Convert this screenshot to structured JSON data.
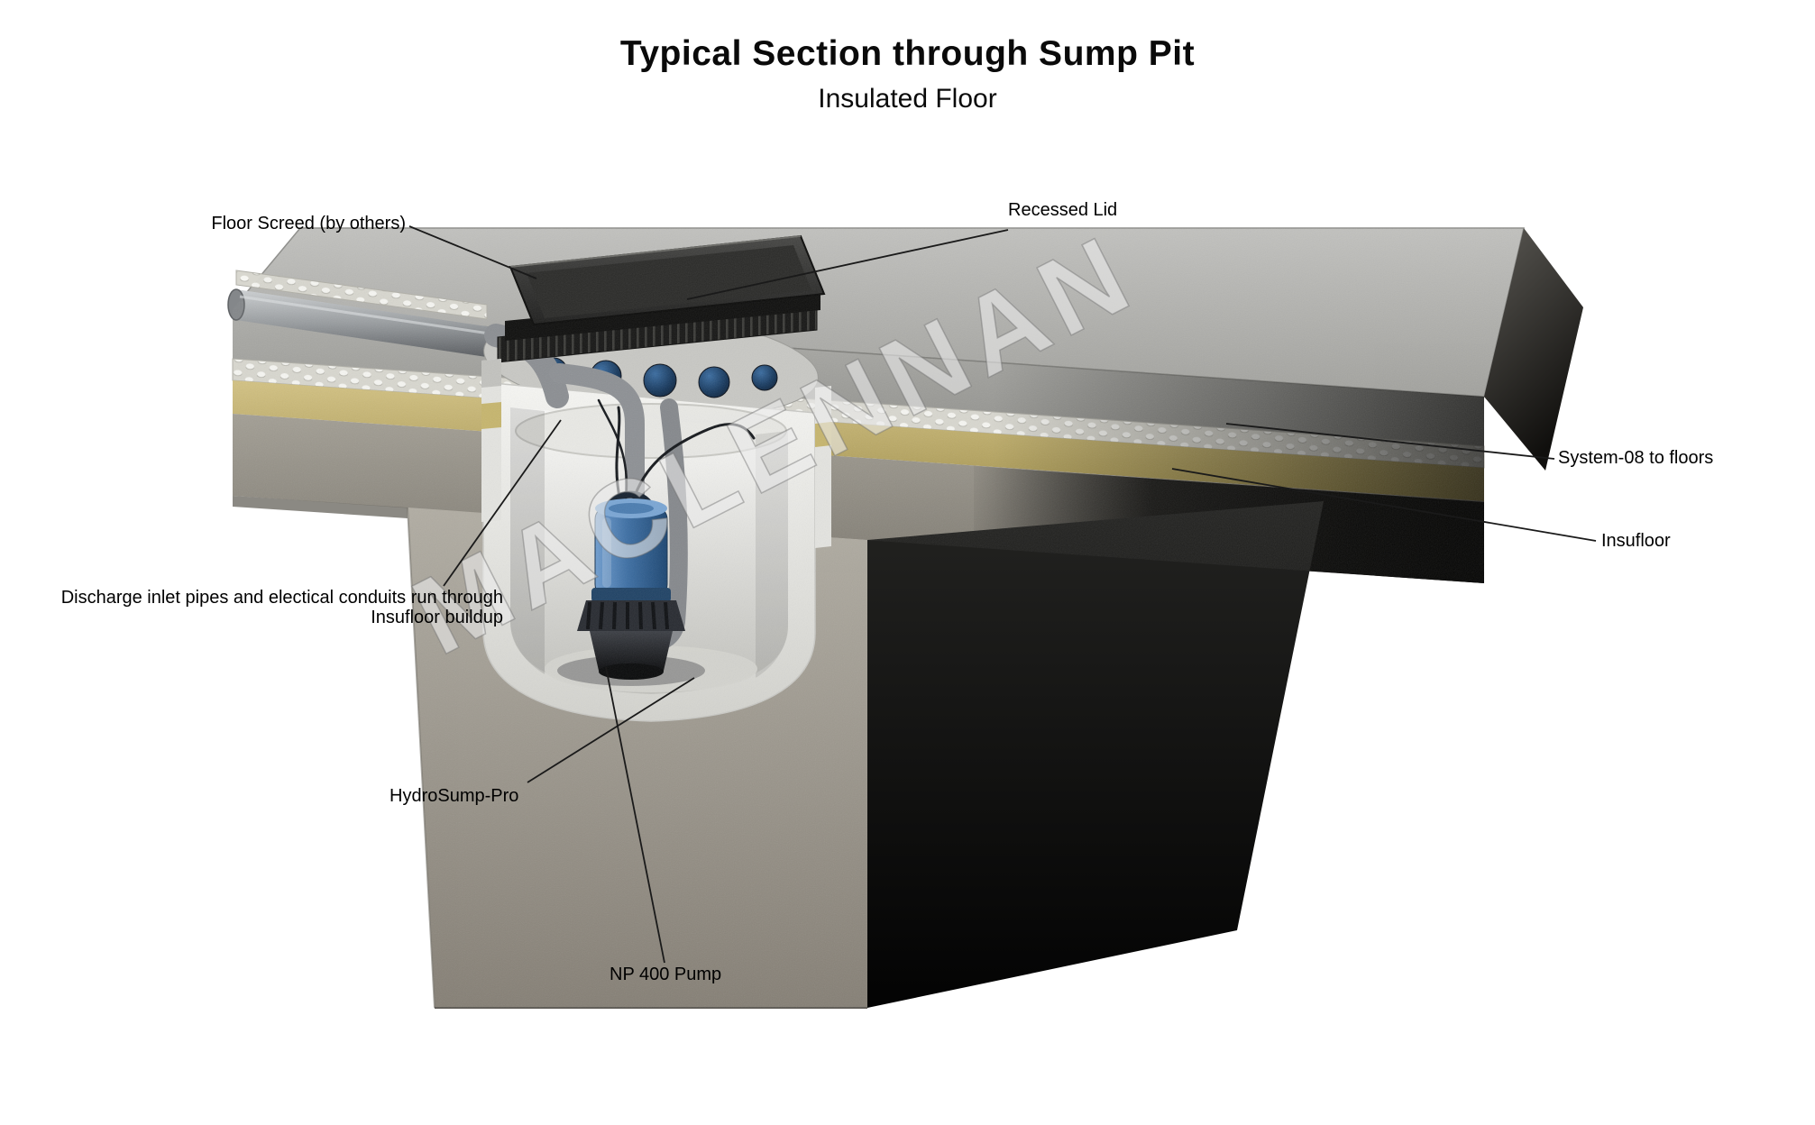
{
  "title": "Typical Section through Sump Pit",
  "subtitle": "Insulated Floor",
  "watermark": "MACLENNAN",
  "callouts": {
    "floor_screed": "Floor Screed (by others)",
    "recessed_lid": "Recessed Lid",
    "system08": "System-08 to floors",
    "insufloor": "Insufloor",
    "discharge_line1": "Discharge inlet pipes  and electical conduits run through",
    "discharge_line2": "Insufloor buildup",
    "hydrosump": "HydroSump-Pro",
    "np400_pump": "NP 400 Pump"
  },
  "colors": {
    "title_text": "#0a0a0a",
    "label_text": "#000000",
    "leader_line": "#1a1a1a",
    "screed_top": "#b3b3b0",
    "membrane_white": "#f6f6f2",
    "insufloor_yellow": "#c3b26b",
    "concrete_grey": "#98948a",
    "shadow_black": "#070706",
    "lid_black": "#222220",
    "pump_blue": "#3c6ea3",
    "pipe_grey": "#969a9d",
    "liner_white": "#efefec"
  }
}
